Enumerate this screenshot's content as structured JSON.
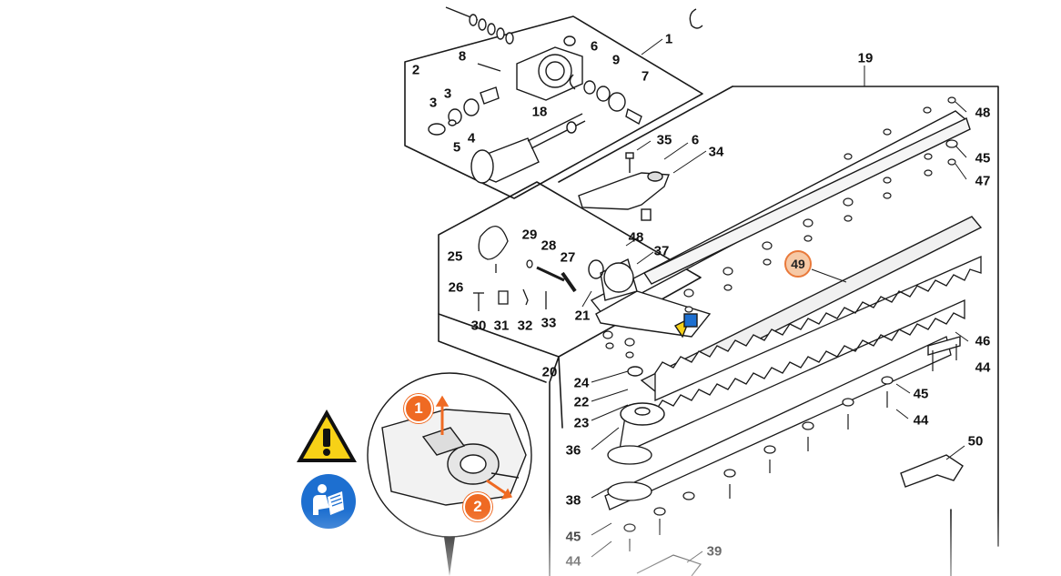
{
  "diagram": {
    "part_labels": [
      "1",
      "19",
      "8",
      "6",
      "9",
      "2",
      "7",
      "3",
      "3",
      "18",
      "4",
      "5",
      "35",
      "6",
      "34",
      "48",
      "45",
      "47",
      "25",
      "29",
      "28",
      "27",
      "48",
      "37",
      "26",
      "30",
      "31",
      "32",
      "33",
      "21",
      "49",
      "46",
      "44",
      "20",
      "24",
      "22",
      "23",
      "45",
      "44",
      "50",
      "36",
      "38",
      "45",
      "44",
      "39"
    ],
    "highlighted_callout": "49",
    "step_badges": [
      "1",
      "2"
    ],
    "safety_icons": [
      "warning-triangle-icon",
      "read-manual-icon"
    ]
  },
  "colors": {
    "line": "#1a1a1a",
    "highlight_fill": "#f6c9a6",
    "highlight_border": "#e9793a",
    "step_badge": "#ef6a23",
    "warning_yellow": "#f7d117",
    "manual_blue": "#1d6fd0"
  }
}
